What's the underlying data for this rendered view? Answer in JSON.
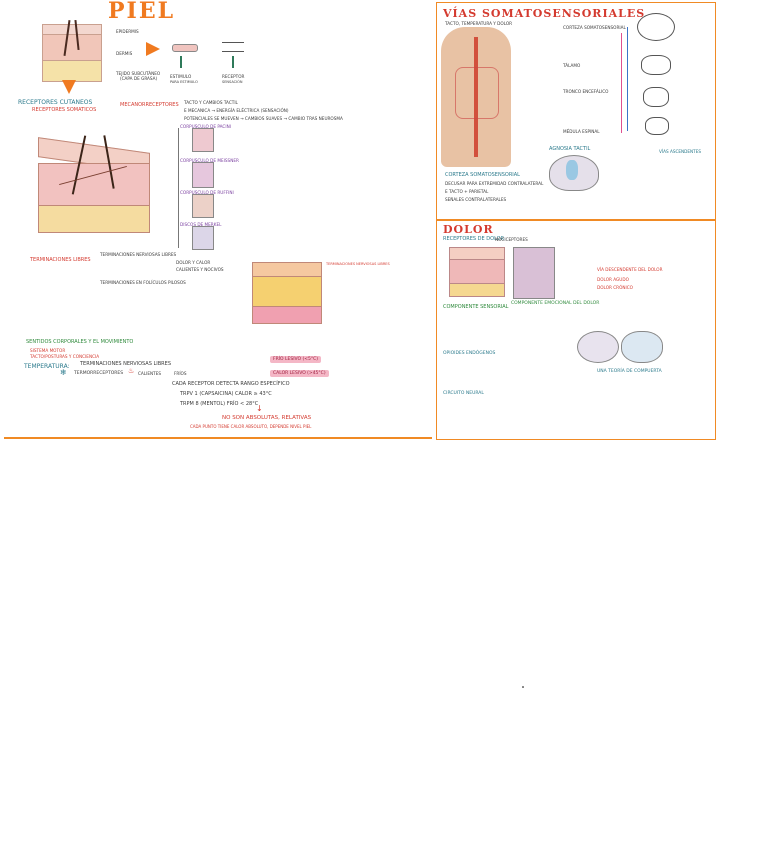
{
  "left_panel": {
    "title": "PIEL",
    "layers": [
      "EPIDERMIS",
      "DERMIS",
      "TEJIDO SUBCUTÁNEO"
    ],
    "layers_sub": "(CAPA DE GRASA)",
    "icons_labels": [
      "ESTIMULO",
      "RECEPTOR"
    ],
    "icons_sub": [
      "PARA ESTIMULO",
      "SENSACIÓN"
    ],
    "receptors_heading": "RECEPTORES CUTANEOS",
    "receptors_sub": "RECEPTORES SOMATICOS",
    "mechanoreceptors": "MECANORRECEPTORES",
    "branches": [
      "TACTO Y CAMBIOS TACTIL",
      "E MECANICA → ENERGÍA ELÉCTRICA (SENSACIÓN)",
      "POTENCIALES SE MUEVEN → CAMBIOS SUAVES → CAMBIO TRAS NEUROSMA"
    ],
    "corpuscles": [
      "CORPUSCULO DE PACINI",
      "CORPUSCULO DE MEISSNER",
      "CORPUSCULO DE RUFFINI",
      "DISCOS DE MERKEL"
    ],
    "free_endings": "TERMINACIONES LIBRES",
    "free_endings_items": [
      "TERMINACIONES NERVIOSAS LIBRES",
      "DOLOR Y CALOR",
      "CALIENTES Y NOCIVOS",
      "TERMINACIONES EN FOLÍCULOS PILOSOS"
    ],
    "skin_label": "TERMINACIONES NERVIOSAS LIBRES",
    "movement_heading": "SENTIDOS CORPORALES Y EL MOVIMIENTO",
    "movement_items": [
      "SISTEMA MOTOR",
      "TACTO/POSTURAS Y CONCIENCIA"
    ],
    "temperature": "TEMPERATURA:",
    "temp_receptors": "TERMORRECEPTORES",
    "temp_desc": "TERMINACIONES NERVIOSAS LIBRES",
    "temp_types": [
      "CALIENTES",
      "FRÍOS"
    ],
    "cold_box": "FRÍO LESIVO (<5°C)",
    "heat_box": "CALOR LESIVO (>45°C)",
    "receptor_range": "CADA RECEPTOR DETECTA RANGO ESPECÍFICO",
    "trpv1": "TRPV 1 (CAPSAICINA) CALOR ≥ 43°C",
    "trpm8": "TRPM 8 (MENTOL) FRÍO < 28°C",
    "conclusion": "NO SON ABSOLUTAS, RELATIVAS",
    "conclusion_sub": "CADA PUNTO TIENE CALOR ABSOLUTO, DEPENDE NIVEL PIEL"
  },
  "right_top": {
    "title": "VÍAS SOMATOSENSORIALES",
    "subtitle": "TACTO, TEMPERATURA Y DOLOR",
    "pathway_labels": [
      "CORTEZA SOMATOSENSORIAL",
      "TÁLAMO",
      "TRONCO ENCEFÁLICO",
      "MÉDULA ESPINAL"
    ],
    "agnosia_heading": "AGNOSIA TACTIL",
    "cortex_heading": "CORTEZA SOMATOSENSORIAL",
    "cortex_items": [
      "DECUSAR PARA EXTREMIDAD CONTRALATERAL",
      "E TACTO + PARIETAL",
      "SEÑALES CONTRALATERALES"
    ],
    "side_heading": "VÍAS ASCENDENTES"
  },
  "right_bottom": {
    "title": "DOLOR",
    "receptors": "RECEPTORES DE DOLOR",
    "nociceptors": "NOCICEPTORES",
    "components": [
      "COMPONENTE SENSORIAL",
      "COMPONENTE EMOCIONAL DEL DOLOR",
      "OPIOIDES ENDÓGENOS"
    ],
    "circuit": "CIRCUITO NEURAL",
    "gate": "VÍA DESCENDENTE DEL DOLOR",
    "types": [
      "DOLOR AGUDO",
      "DOLOR CRÓNICO"
    ],
    "gate_heading": "UNA TEORÍA DE COMPUERTA"
  },
  "colors": {
    "frame": "#f08a24",
    "title": "#f07a20",
    "accent_teal": "#2b7a8c",
    "accent_red": "#d43a2f",
    "skin_pink": "#f4b7c6"
  }
}
